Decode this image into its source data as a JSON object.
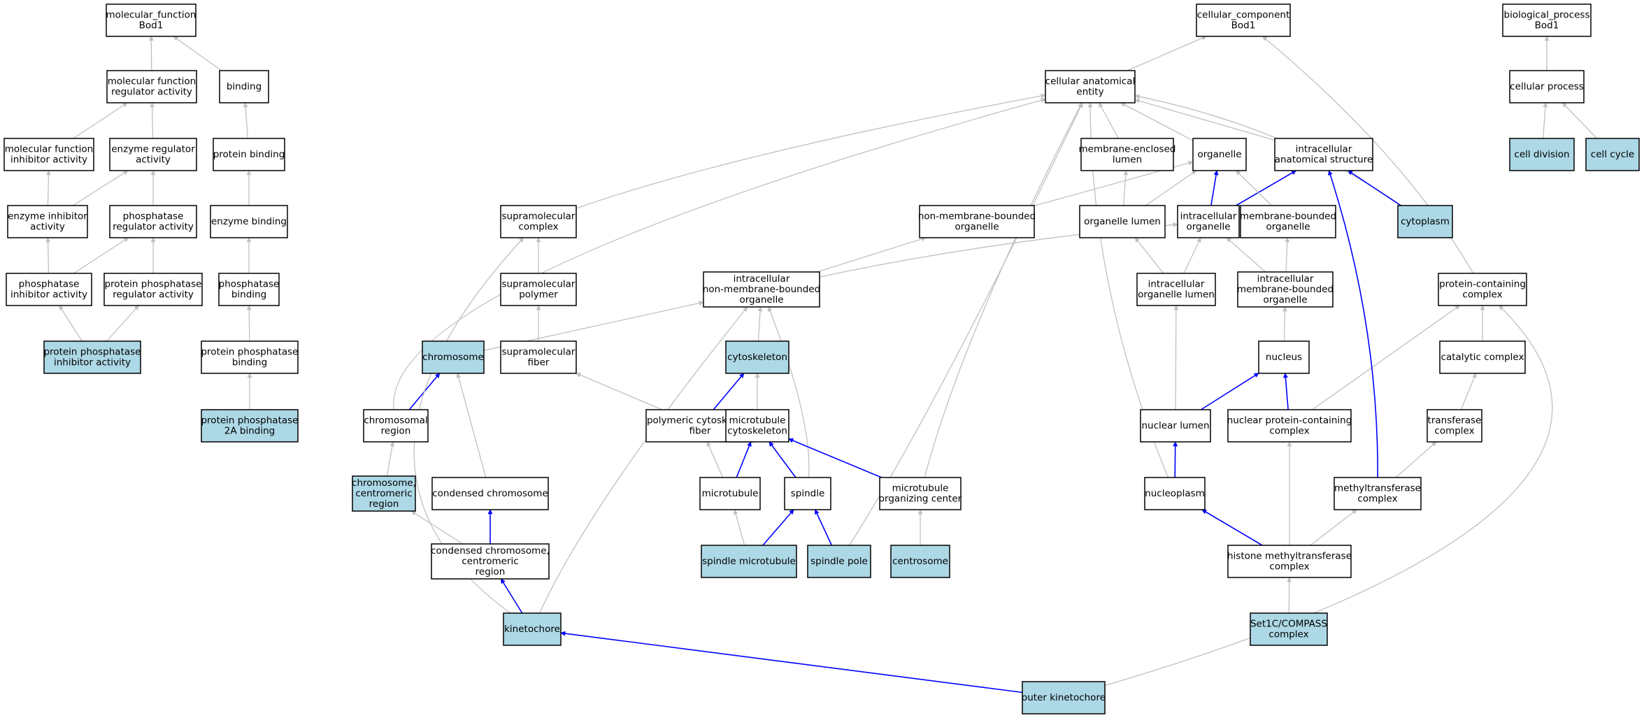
{
  "colors": {
    "highlight_fill": "#add8e6",
    "default_fill": "#ffffff",
    "blue_edge": "#0000ff",
    "gray_edge": "#c0c0c0",
    "border": "#000000"
  },
  "nodes": {
    "mf_root": {
      "lines": [
        "molecular_function",
        "Bod1"
      ],
      "highlight": false
    },
    "cc_root": {
      "lines": [
        "cellular_component",
        "Bod1"
      ],
      "highlight": false
    },
    "bp_root": {
      "lines": [
        "biological_process",
        "Bod1"
      ],
      "highlight": false
    },
    "mf_regulator": {
      "lines": [
        "molecular function",
        "regulator activity"
      ],
      "highlight": false
    },
    "binding": {
      "lines": [
        "binding"
      ],
      "highlight": false
    },
    "cell_anat": {
      "lines": [
        "cellular anatomical",
        "entity"
      ],
      "highlight": false
    },
    "cell_process": {
      "lines": [
        "cellular process"
      ],
      "highlight": false
    },
    "mf_inhibitor": {
      "lines": [
        "molecular function",
        "inhibitor activity"
      ],
      "highlight": false
    },
    "enz_reg": {
      "lines": [
        "enzyme regulator",
        "activity"
      ],
      "highlight": false
    },
    "protein_binding": {
      "lines": [
        "protein binding"
      ],
      "highlight": false
    },
    "mem_encl_lumen": {
      "lines": [
        "membrane-enclosed",
        "lumen"
      ],
      "highlight": false
    },
    "organelle": {
      "lines": [
        "organelle"
      ],
      "highlight": false
    },
    "intra_anat": {
      "lines": [
        "intracellular",
        "anatomical structure"
      ],
      "highlight": false
    },
    "cell_division": {
      "lines": [
        "cell division"
      ],
      "highlight": true
    },
    "cell_cycle": {
      "lines": [
        "cell cycle"
      ],
      "highlight": true
    },
    "enz_inhib": {
      "lines": [
        "enzyme inhibitor",
        "activity"
      ],
      "highlight": false
    },
    "phos_reg": {
      "lines": [
        "phosphatase",
        "regulator activity"
      ],
      "highlight": false
    },
    "enzyme_binding": {
      "lines": [
        "enzyme binding"
      ],
      "highlight": false
    },
    "supra_complex": {
      "lines": [
        "supramolecular",
        "complex"
      ],
      "highlight": false
    },
    "non_mem_org": {
      "lines": [
        "non-membrane-bounded",
        "organelle"
      ],
      "highlight": false
    },
    "org_lumen": {
      "lines": [
        "organelle lumen"
      ],
      "highlight": false
    },
    "intra_org": {
      "lines": [
        "intracellular",
        "organelle"
      ],
      "highlight": false
    },
    "mem_org": {
      "lines": [
        "membrane-bounded",
        "organelle"
      ],
      "highlight": false
    },
    "cytoplasm": {
      "lines": [
        "cytoplasm"
      ],
      "highlight": true
    },
    "phos_inhib": {
      "lines": [
        "phosphatase",
        "inhibitor activity"
      ],
      "highlight": false
    },
    "pp_reg": {
      "lines": [
        "protein phosphatase",
        "regulator activity"
      ],
      "highlight": false
    },
    "phos_binding": {
      "lines": [
        "phosphatase",
        "binding"
      ],
      "highlight": false
    },
    "supra_polymer": {
      "lines": [
        "supramolecular",
        "polymer"
      ],
      "highlight": false
    },
    "intra_non_mem": {
      "lines": [
        "intracellular",
        "non-membrane-bounded",
        "organelle"
      ],
      "highlight": false
    },
    "intra_org_lumen": {
      "lines": [
        "intracellular",
        "organelle lumen"
      ],
      "highlight": false
    },
    "intra_mem_org": {
      "lines": [
        "intracellular",
        "membrane-bounded",
        "organelle"
      ],
      "highlight": false
    },
    "prot_complex": {
      "lines": [
        "protein-containing",
        "complex"
      ],
      "highlight": false
    },
    "pp_inhib": {
      "lines": [
        "protein phosphatase",
        "inhibitor activity"
      ],
      "highlight": true
    },
    "pp_binding": {
      "lines": [
        "protein phosphatase",
        "binding"
      ],
      "highlight": false
    },
    "chromosome": {
      "lines": [
        "chromosome"
      ],
      "highlight": true
    },
    "supra_fiber": {
      "lines": [
        "supramolecular",
        "fiber"
      ],
      "highlight": false
    },
    "cytoskeleton": {
      "lines": [
        "cytoskeleton"
      ],
      "highlight": true
    },
    "nucleus": {
      "lines": [
        "nucleus"
      ],
      "highlight": false
    },
    "catalytic": {
      "lines": [
        "catalytic complex"
      ],
      "highlight": false
    },
    "pp2a": {
      "lines": [
        "protein phosphatase",
        "2A binding"
      ],
      "highlight": true
    },
    "chrom_region": {
      "lines": [
        "chromosomal",
        "region"
      ],
      "highlight": false
    },
    "poly_cyto_fiber": {
      "lines": [
        "polymeric cytoskeletal",
        "fiber"
      ],
      "highlight": false
    },
    "mt_cyto": {
      "lines": [
        "microtubule",
        "cytoskeleton"
      ],
      "highlight": false
    },
    "nuclear_lumen": {
      "lines": [
        "nuclear lumen"
      ],
      "highlight": false
    },
    "nuc_prot_complex": {
      "lines": [
        "nuclear protein-containing",
        "complex"
      ],
      "highlight": false
    },
    "transferase": {
      "lines": [
        "transferase",
        "complex"
      ],
      "highlight": false
    },
    "chrom_centro": {
      "lines": [
        "chromosome,",
        "centromeric",
        "region"
      ],
      "highlight": true
    },
    "condensed": {
      "lines": [
        "condensed chromosome"
      ],
      "highlight": false
    },
    "microtubule": {
      "lines": [
        "microtubule"
      ],
      "highlight": false
    },
    "spindle": {
      "lines": [
        "spindle"
      ],
      "highlight": false
    },
    "mtoc": {
      "lines": [
        "microtubule",
        "organizing center"
      ],
      "highlight": false
    },
    "nucleoplasm": {
      "lines": [
        "nucleoplasm"
      ],
      "highlight": false
    },
    "methyltransferase": {
      "lines": [
        "methyltransferase",
        "complex"
      ],
      "highlight": false
    },
    "cond_centro": {
      "lines": [
        "condensed chromosome,",
        "centromeric",
        "region"
      ],
      "highlight": false
    },
    "spindle_mt": {
      "lines": [
        "spindle microtubule"
      ],
      "highlight": true
    },
    "spindle_pole": {
      "lines": [
        "spindle pole"
      ],
      "highlight": true
    },
    "centrosome": {
      "lines": [
        "centrosome"
      ],
      "highlight": true
    },
    "histone_mt": {
      "lines": [
        "histone methyltransferase",
        "complex"
      ],
      "highlight": false
    },
    "kinetochore": {
      "lines": [
        "kinetochore"
      ],
      "highlight": true
    },
    "set1c": {
      "lines": [
        "Set1C/COMPASS",
        "complex"
      ],
      "highlight": true
    },
    "outer_kinetochore": {
      "lines": [
        "outer kinetochore"
      ],
      "highlight": true
    }
  },
  "edges": [
    {
      "from": "mf_regulator",
      "to": "mf_root",
      "color": "gray"
    },
    {
      "from": "binding",
      "to": "mf_root",
      "color": "gray"
    },
    {
      "from": "cell_anat",
      "to": "cc_root",
      "color": "gray"
    },
    {
      "from": "cell_process",
      "to": "bp_root",
      "color": "gray"
    },
    {
      "from": "mf_inhibitor",
      "to": "mf_regulator",
      "color": "gray"
    },
    {
      "from": "enz_reg",
      "to": "mf_regulator",
      "color": "gray"
    },
    {
      "from": "protein_binding",
      "to": "binding",
      "color": "gray"
    },
    {
      "from": "mem_encl_lumen",
      "to": "cell_anat",
      "color": "gray"
    },
    {
      "from": "organelle",
      "to": "cell_anat",
      "color": "gray"
    },
    {
      "from": "intra_anat",
      "to": "cell_anat",
      "color": "gray"
    },
    {
      "from": "cytoplasm",
      "to": "cell_anat",
      "color": "gray"
    },
    {
      "from": "supra_complex",
      "to": "cell_anat",
      "color": "gray"
    },
    {
      "from": "chrom_region",
      "to": "cell_anat",
      "color": "gray"
    },
    {
      "from": "spindle_pole",
      "to": "cell_anat",
      "color": "gray"
    },
    {
      "from": "mtoc",
      "to": "cell_anat",
      "color": "gray"
    },
    {
      "from": "nucleoplasm",
      "to": "cell_anat",
      "color": "gray"
    },
    {
      "from": "cell_division",
      "to": "cell_process",
      "color": "gray"
    },
    {
      "from": "cell_cycle",
      "to": "cell_process",
      "color": "gray"
    },
    {
      "from": "enz_inhib",
      "to": "mf_inhibitor",
      "color": "gray"
    },
    {
      "from": "enz_inhib",
      "to": "enz_reg",
      "color": "gray"
    },
    {
      "from": "phos_reg",
      "to": "enz_reg",
      "color": "gray"
    },
    {
      "from": "enzyme_binding",
      "to": "protein_binding",
      "color": "gray"
    },
    {
      "from": "org_lumen",
      "to": "organelle",
      "color": "gray"
    },
    {
      "from": "org_lumen",
      "to": "mem_encl_lumen",
      "color": "gray"
    },
    {
      "from": "intra_org",
      "to": "organelle",
      "color": "blue"
    },
    {
      "from": "intra_org",
      "to": "intra_anat",
      "color": "blue"
    },
    {
      "from": "mem_org",
      "to": "organelle",
      "color": "gray"
    },
    {
      "from": "non_mem_org",
      "to": "organelle",
      "color": "gray"
    },
    {
      "from": "cytoplasm",
      "to": "intra_anat",
      "color": "blue"
    },
    {
      "from": "phos_inhib",
      "to": "enz_inhib",
      "color": "gray"
    },
    {
      "from": "phos_inhib",
      "to": "phos_reg",
      "color": "gray"
    },
    {
      "from": "pp_reg",
      "to": "phos_reg",
      "color": "gray"
    },
    {
      "from": "phos_binding",
      "to": "enzyme_binding",
      "color": "gray"
    },
    {
      "from": "supra_polymer",
      "to": "supra_complex",
      "color": "gray"
    },
    {
      "from": "intra_non_mem",
      "to": "non_mem_org",
      "color": "gray"
    },
    {
      "from": "intra_non_mem",
      "to": "intra_org",
      "color": "gray"
    },
    {
      "from": "intra_org_lumen",
      "to": "intra_org",
      "color": "gray"
    },
    {
      "from": "intra_org_lumen",
      "to": "org_lumen",
      "color": "gray"
    },
    {
      "from": "intra_mem_org",
      "to": "intra_org",
      "color": "gray"
    },
    {
      "from": "intra_mem_org",
      "to": "mem_org",
      "color": "gray"
    },
    {
      "from": "prot_complex",
      "to": "cc_root",
      "color": "gray"
    },
    {
      "from": "pp_inhib",
      "to": "phos_inhib",
      "color": "gray"
    },
    {
      "from": "pp_inhib",
      "to": "pp_reg",
      "color": "gray"
    },
    {
      "from": "pp_binding",
      "to": "phos_binding",
      "color": "gray"
    },
    {
      "from": "chromosome",
      "to": "intra_non_mem",
      "color": "gray"
    },
    {
      "from": "supra_fiber",
      "to": "supra_polymer",
      "color": "gray"
    },
    {
      "from": "cytoskeleton",
      "to": "intra_non_mem",
      "color": "gray"
    },
    {
      "from": "nucleus",
      "to": "intra_mem_org",
      "color": "gray"
    },
    {
      "from": "catalytic",
      "to": "prot_complex",
      "color": "gray"
    },
    {
      "from": "pp2a",
      "to": "pp_binding",
      "color": "gray"
    },
    {
      "from": "chrom_region",
      "to": "chromosome",
      "color": "blue"
    },
    {
      "from": "poly_cyto_fiber",
      "to": "cytoskeleton",
      "color": "blue"
    },
    {
      "from": "poly_cyto_fiber",
      "to": "supra_fiber",
      "color": "gray"
    },
    {
      "from": "mt_cyto",
      "to": "cytoskeleton",
      "color": "gray"
    },
    {
      "from": "nuclear_lumen",
      "to": "nucleus",
      "color": "blue"
    },
    {
      "from": "nuclear_lumen",
      "to": "intra_org_lumen",
      "color": "gray"
    },
    {
      "from": "nuc_prot_complex",
      "to": "nucleus",
      "color": "blue"
    },
    {
      "from": "nuc_prot_complex",
      "to": "prot_complex",
      "color": "gray"
    },
    {
      "from": "transferase",
      "to": "catalytic",
      "color": "gray"
    },
    {
      "from": "chrom_centro",
      "to": "chrom_region",
      "color": "gray"
    },
    {
      "from": "condensed",
      "to": "chromosome",
      "color": "gray"
    },
    {
      "from": "microtubule",
      "to": "mt_cyto",
      "color": "blue"
    },
    {
      "from": "microtubule",
      "to": "poly_cyto_fiber",
      "color": "gray"
    },
    {
      "from": "spindle",
      "to": "mt_cyto",
      "color": "blue"
    },
    {
      "from": "spindle",
      "to": "intra_non_mem",
      "color": "gray"
    },
    {
      "from": "mtoc",
      "to": "mt_cyto",
      "color": "blue"
    },
    {
      "from": "nucleoplasm",
      "to": "nuclear_lumen",
      "color": "blue"
    },
    {
      "from": "methyltransferase",
      "to": "transferase",
      "color": "gray"
    },
    {
      "from": "methyltransferase",
      "to": "intra_anat",
      "color": "blue"
    },
    {
      "from": "cond_centro",
      "to": "condensed",
      "color": "blue"
    },
    {
      "from": "cond_centro",
      "to": "chrom_centro",
      "color": "gray"
    },
    {
      "from": "spindle_mt",
      "to": "spindle",
      "color": "blue"
    },
    {
      "from": "spindle_mt",
      "to": "microtubule",
      "color": "gray"
    },
    {
      "from": "spindle_pole",
      "to": "spindle",
      "color": "blue"
    },
    {
      "from": "centrosome",
      "to": "mtoc",
      "color": "gray"
    },
    {
      "from": "histone_mt",
      "to": "nucleoplasm",
      "color": "blue"
    },
    {
      "from": "histone_mt",
      "to": "nuc_prot_complex",
      "color": "gray"
    },
    {
      "from": "histone_mt",
      "to": "methyltransferase",
      "color": "gray"
    },
    {
      "from": "kinetochore",
      "to": "cond_centro",
      "color": "blue"
    },
    {
      "from": "kinetochore",
      "to": "supra_complex",
      "color": "gray"
    },
    {
      "from": "kinetochore",
      "to": "intra_non_mem",
      "color": "gray"
    },
    {
      "from": "set1c",
      "to": "histone_mt",
      "color": "gray"
    },
    {
      "from": "outer_kinetochore",
      "to": "kinetochore",
      "color": "blue"
    },
    {
      "from": "outer_kinetochore",
      "to": "prot_complex",
      "color": "gray"
    }
  ]
}
